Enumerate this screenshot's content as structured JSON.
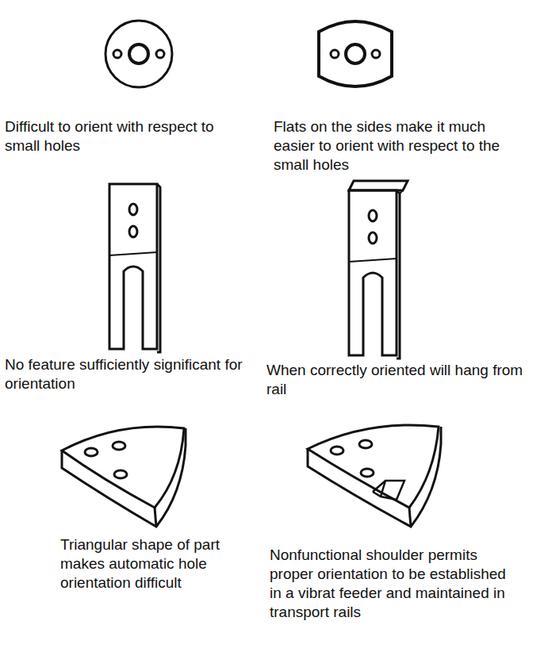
{
  "diagram": {
    "labels": [
      "Difficult to orient with respect to small holes",
      "Flats on the sides make it much easier to orient with respect to the small holes",
      "No feature sufficiently significant for orientation",
      "When correctly oriented will hang from rail",
      "Triangular shape of part makes automatic hole orientation difficult",
      "Nonfunctional shoulder permits proper orientation to be established in a vibrat feeder and maintained in transport rails"
    ]
  }
}
